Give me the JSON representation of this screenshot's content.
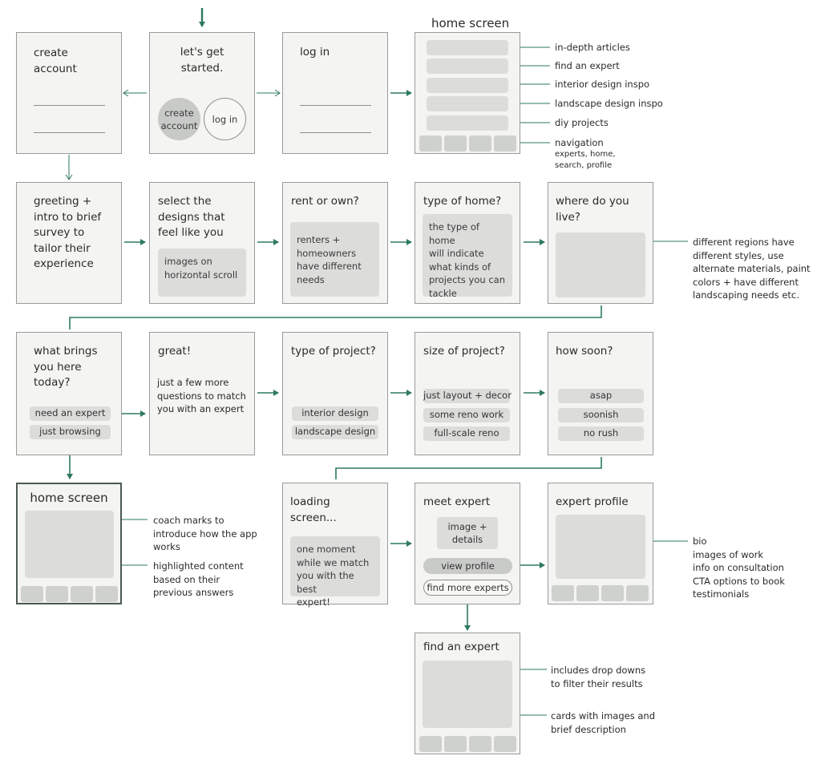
{
  "colors": {
    "accent": "#2e7a5e",
    "screen_bg": "#f4f4f2",
    "placeholder": "#dcdcdb",
    "tab": "#cfd1cf"
  },
  "row1": {
    "create_account": {
      "title": "create\naccount"
    },
    "lets_get_started": {
      "title": "let's get\nstarted.",
      "create_btn": "create\naccount",
      "login_btn": "log in"
    },
    "log_in": {
      "title": "log in"
    },
    "home": {
      "heading": "home screen",
      "annotations": [
        "in-depth articles",
        "find an expert",
        "interior design inspo",
        "landscape design inspo",
        "diy projects"
      ],
      "nav_title": "navigation",
      "nav_detail": "experts, home,\nsearch, profile"
    }
  },
  "row2": {
    "greeting": {
      "title": "greeting +\nintro to brief\nsurvey to\ntailor their\nexperience"
    },
    "select": {
      "title": "select the\ndesigns that\nfeel like you",
      "box": "images on\nhorizontal scroll"
    },
    "rent": {
      "title": "rent or own?",
      "box": "renters +\nhomeowners\nhave different\nneeds"
    },
    "type_home": {
      "title": "type of home?",
      "box": "the type of home\nwill indicate\nwhat kinds of\nprojects you can\ntackle"
    },
    "where": {
      "title": "where do you\nlive?",
      "annotation": "different regions have\ndifferent styles, use\nalternate materials, paint\ncolors + have different\nlandscaping needs etc."
    }
  },
  "row3": {
    "brings": {
      "title": "what brings\nyou here\ntoday?",
      "options": [
        "need an expert",
        "just browsing"
      ]
    },
    "great": {
      "title": "great!",
      "body": "just a few more\nquestions to match\nyou with an expert"
    },
    "type_project": {
      "title": "type of project?",
      "options": [
        "interior design",
        "landscape design"
      ]
    },
    "size": {
      "title": "size of project?",
      "options": [
        "just layout + decor",
        "some reno work",
        "full-scale reno"
      ]
    },
    "soon": {
      "title": "how soon?",
      "options": [
        "asap",
        "soonish",
        "no rush"
      ]
    }
  },
  "row4": {
    "home2": {
      "title": "home screen",
      "annotations": [
        "coach marks to\nintroduce how the app\nworks",
        "highlighted content\nbased on their\nprevious answers"
      ]
    },
    "loading": {
      "title": "loading\nscreen...",
      "box": "one moment\nwhile we match\nyou with the best\nexpert!"
    },
    "meet": {
      "title": "meet expert",
      "image_box": "image +\ndetails",
      "view_btn": "view profile",
      "find_btn": "find more experts"
    },
    "profile": {
      "title": "expert profile",
      "annotation": "bio\nimages of work\ninfo on consultation\nCTA options to book\ntestimonials"
    }
  },
  "row5": {
    "find": {
      "title": "find an expert",
      "annotations": [
        "includes drop downs\nto filter their results",
        "cards with images and\nbrief description"
      ]
    }
  }
}
